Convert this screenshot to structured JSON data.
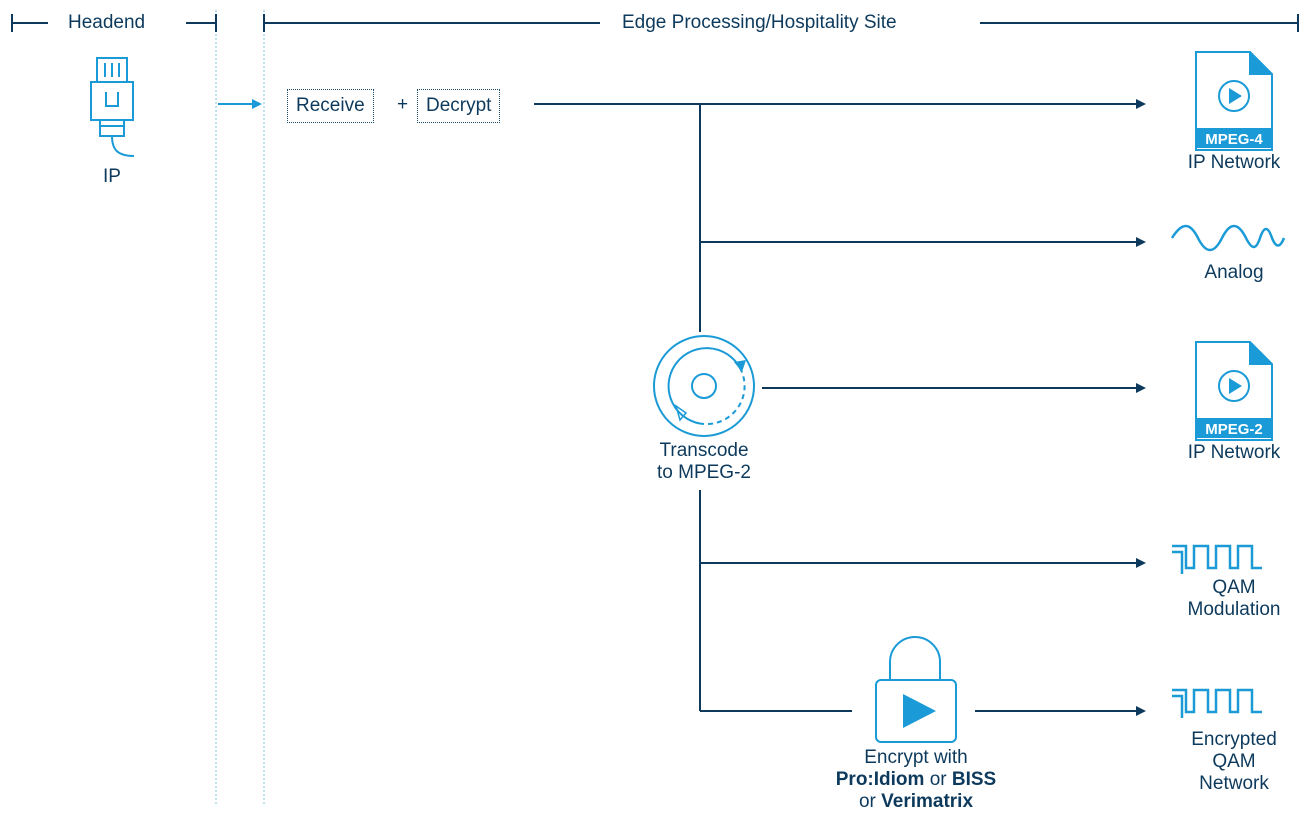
{
  "header": {
    "headend_label": "Headend",
    "edge_label": "Edge Processing/Hospitality Site"
  },
  "source": {
    "label": "IP",
    "icon": "ethernet-plug-icon"
  },
  "steps": {
    "receive": "Receive",
    "plus": "+",
    "decrypt": "Decrypt"
  },
  "transcode": {
    "icon": "transcode-disc-icon",
    "line1": "Transcode",
    "line2": "to MPEG-2"
  },
  "encrypt": {
    "icon": "padlock-play-icon",
    "line1": "Encrypt with",
    "opt1": "Pro:Idiom",
    "or1": " or ",
    "opt2": "BISS",
    "line3_prefix": "or ",
    "opt3": "Verimatrix"
  },
  "outputs": [
    {
      "icon": "mpeg-file-icon",
      "badge": "MPEG-4",
      "lines": [
        "IP Network"
      ]
    },
    {
      "icon": "analog-wave-icon",
      "lines": [
        "Analog"
      ]
    },
    {
      "icon": "mpeg-file-icon",
      "badge": "MPEG-2",
      "lines": [
        "IP Network"
      ]
    },
    {
      "icon": "square-wave-icon",
      "lines": [
        "QAM",
        "Modulation"
      ]
    },
    {
      "icon": "square-wave-icon",
      "lines": [
        "Encrypted",
        "QAM",
        "Network"
      ]
    }
  ],
  "colors": {
    "line": "#0d3a5c",
    "accent": "#1a9ad6",
    "divider": "#7cc4e6"
  }
}
